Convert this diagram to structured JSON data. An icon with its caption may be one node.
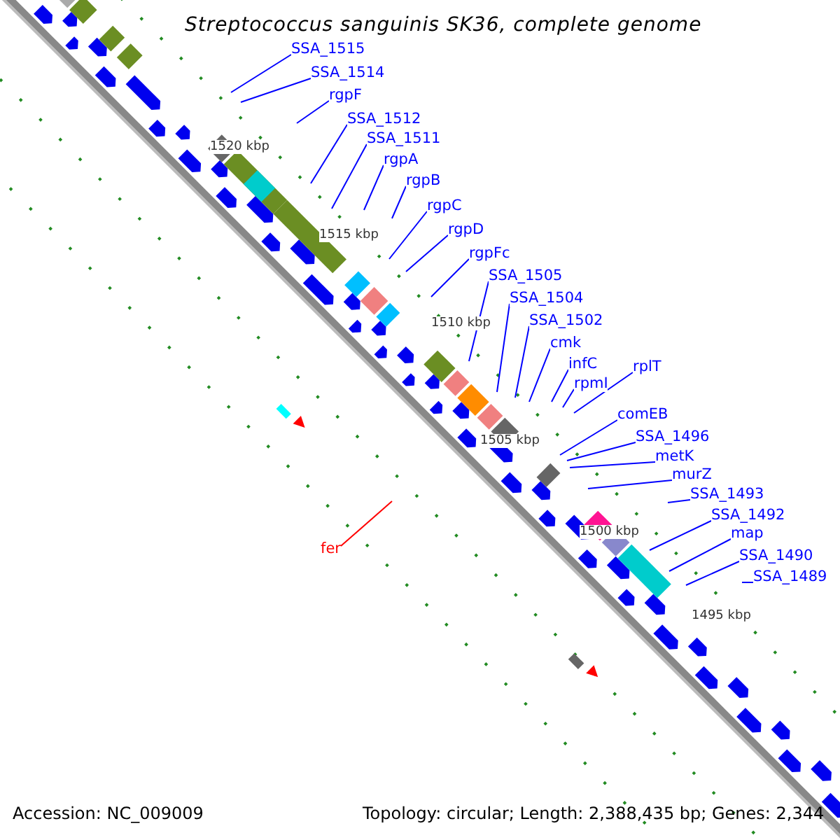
{
  "diagram": {
    "title": "Streptococcus sanguinis SK36, complete genome",
    "nodes": [
      {
        "text": [
          "SSA_1515"
        ]
      },
      {
        "text": [
          "SSA_1514"
        ]
      },
      {
        "text": [
          "rgpF"
        ]
      },
      {
        "text": [
          "SSA_1512"
        ]
      },
      {
        "text": [
          "SSA_1511"
        ]
      },
      {
        "text": [
          "rgpA"
        ]
      },
      {
        "text": [
          "rgpB"
        ]
      },
      {
        "text": [
          "rgpC"
        ]
      },
      {
        "text": [
          "rgpD"
        ]
      },
      {
        "text": [
          "rgpFc"
        ]
      },
      {
        "text": [
          "SSA_1505"
        ]
      },
      {
        "text": [
          "SSA_1504"
        ]
      },
      {
        "text": [
          "SSA_1502"
        ]
      },
      {
        "text": [
          "cmk"
        ]
      },
      {
        "text": [
          "infC"
        ]
      },
      {
        "text": [
          "rpmI"
        ]
      },
      {
        "text": [
          "rplT"
        ]
      },
      {
        "text": [
          "comEB"
        ]
      },
      {
        "text": [
          "SSA_1496"
        ]
      },
      {
        "text": [
          "metK"
        ]
      },
      {
        "text": [
          "murZ"
        ]
      },
      {
        "text": [
          "SSA_1493"
        ]
      },
      {
        "text": [
          "SSA_1492"
        ]
      },
      {
        "text": [
          "map"
        ]
      },
      {
        "text": [
          "SSA_1490"
        ]
      },
      {
        "text": [
          "SSA_1489"
        ]
      },
      {
        "text": [
          "fer"
        ]
      }
    ],
    "edges": [
      {
        "from": 0,
        "to": null,
        "arrow": "none"
      },
      {
        "from": 1,
        "to": null,
        "arrow": "none"
      },
      {
        "from": 2,
        "to": null,
        "arrow": "none"
      },
      {
        "from": 3,
        "to": null,
        "arrow": "none"
      },
      {
        "from": 4,
        "to": null,
        "arrow": "none"
      },
      {
        "from": 5,
        "to": null,
        "arrow": "none"
      },
      {
        "from": 6,
        "to": null,
        "arrow": "none"
      },
      {
        "from": 7,
        "to": null,
        "arrow": "none"
      },
      {
        "from": 8,
        "to": null,
        "arrow": "none"
      },
      {
        "from": 9,
        "to": null,
        "arrow": "none"
      },
      {
        "from": 10,
        "to": null,
        "arrow": "none"
      },
      {
        "from": 11,
        "to": null,
        "arrow": "none"
      },
      {
        "from": 12,
        "to": null,
        "arrow": "none"
      },
      {
        "from": 13,
        "to": null,
        "arrow": "none"
      },
      {
        "from": 14,
        "to": null,
        "arrow": "none"
      },
      {
        "from": 15,
        "to": null,
        "arrow": "none"
      },
      {
        "from": 16,
        "to": null,
        "arrow": "none"
      },
      {
        "from": 17,
        "to": null,
        "arrow": "none"
      },
      {
        "from": 18,
        "to": null,
        "arrow": "none"
      },
      {
        "from": 19,
        "to": null,
        "arrow": "none"
      },
      {
        "from": 20,
        "to": null,
        "arrow": "none"
      },
      {
        "from": 21,
        "to": null,
        "arrow": "none"
      },
      {
        "from": 22,
        "to": null,
        "arrow": "none"
      },
      {
        "from": 23,
        "to": null,
        "arrow": "none"
      },
      {
        "from": 24,
        "to": null,
        "arrow": "none"
      },
      {
        "from": 25,
        "to": null,
        "arrow": "none"
      },
      {
        "from": 26,
        "to": null,
        "arrow": "none",
        "color": "#ff0000"
      }
    ],
    "labels": [
      "1520 kbp",
      "1515 kbp",
      "1510 kbp",
      "1505 kbp",
      "1500 kbp",
      "1495 kbp",
      "Accession: NC_009009",
      "Topology: circular; Length: 2,388,435 bp; Genes: 2,344"
    ]
  }
}
